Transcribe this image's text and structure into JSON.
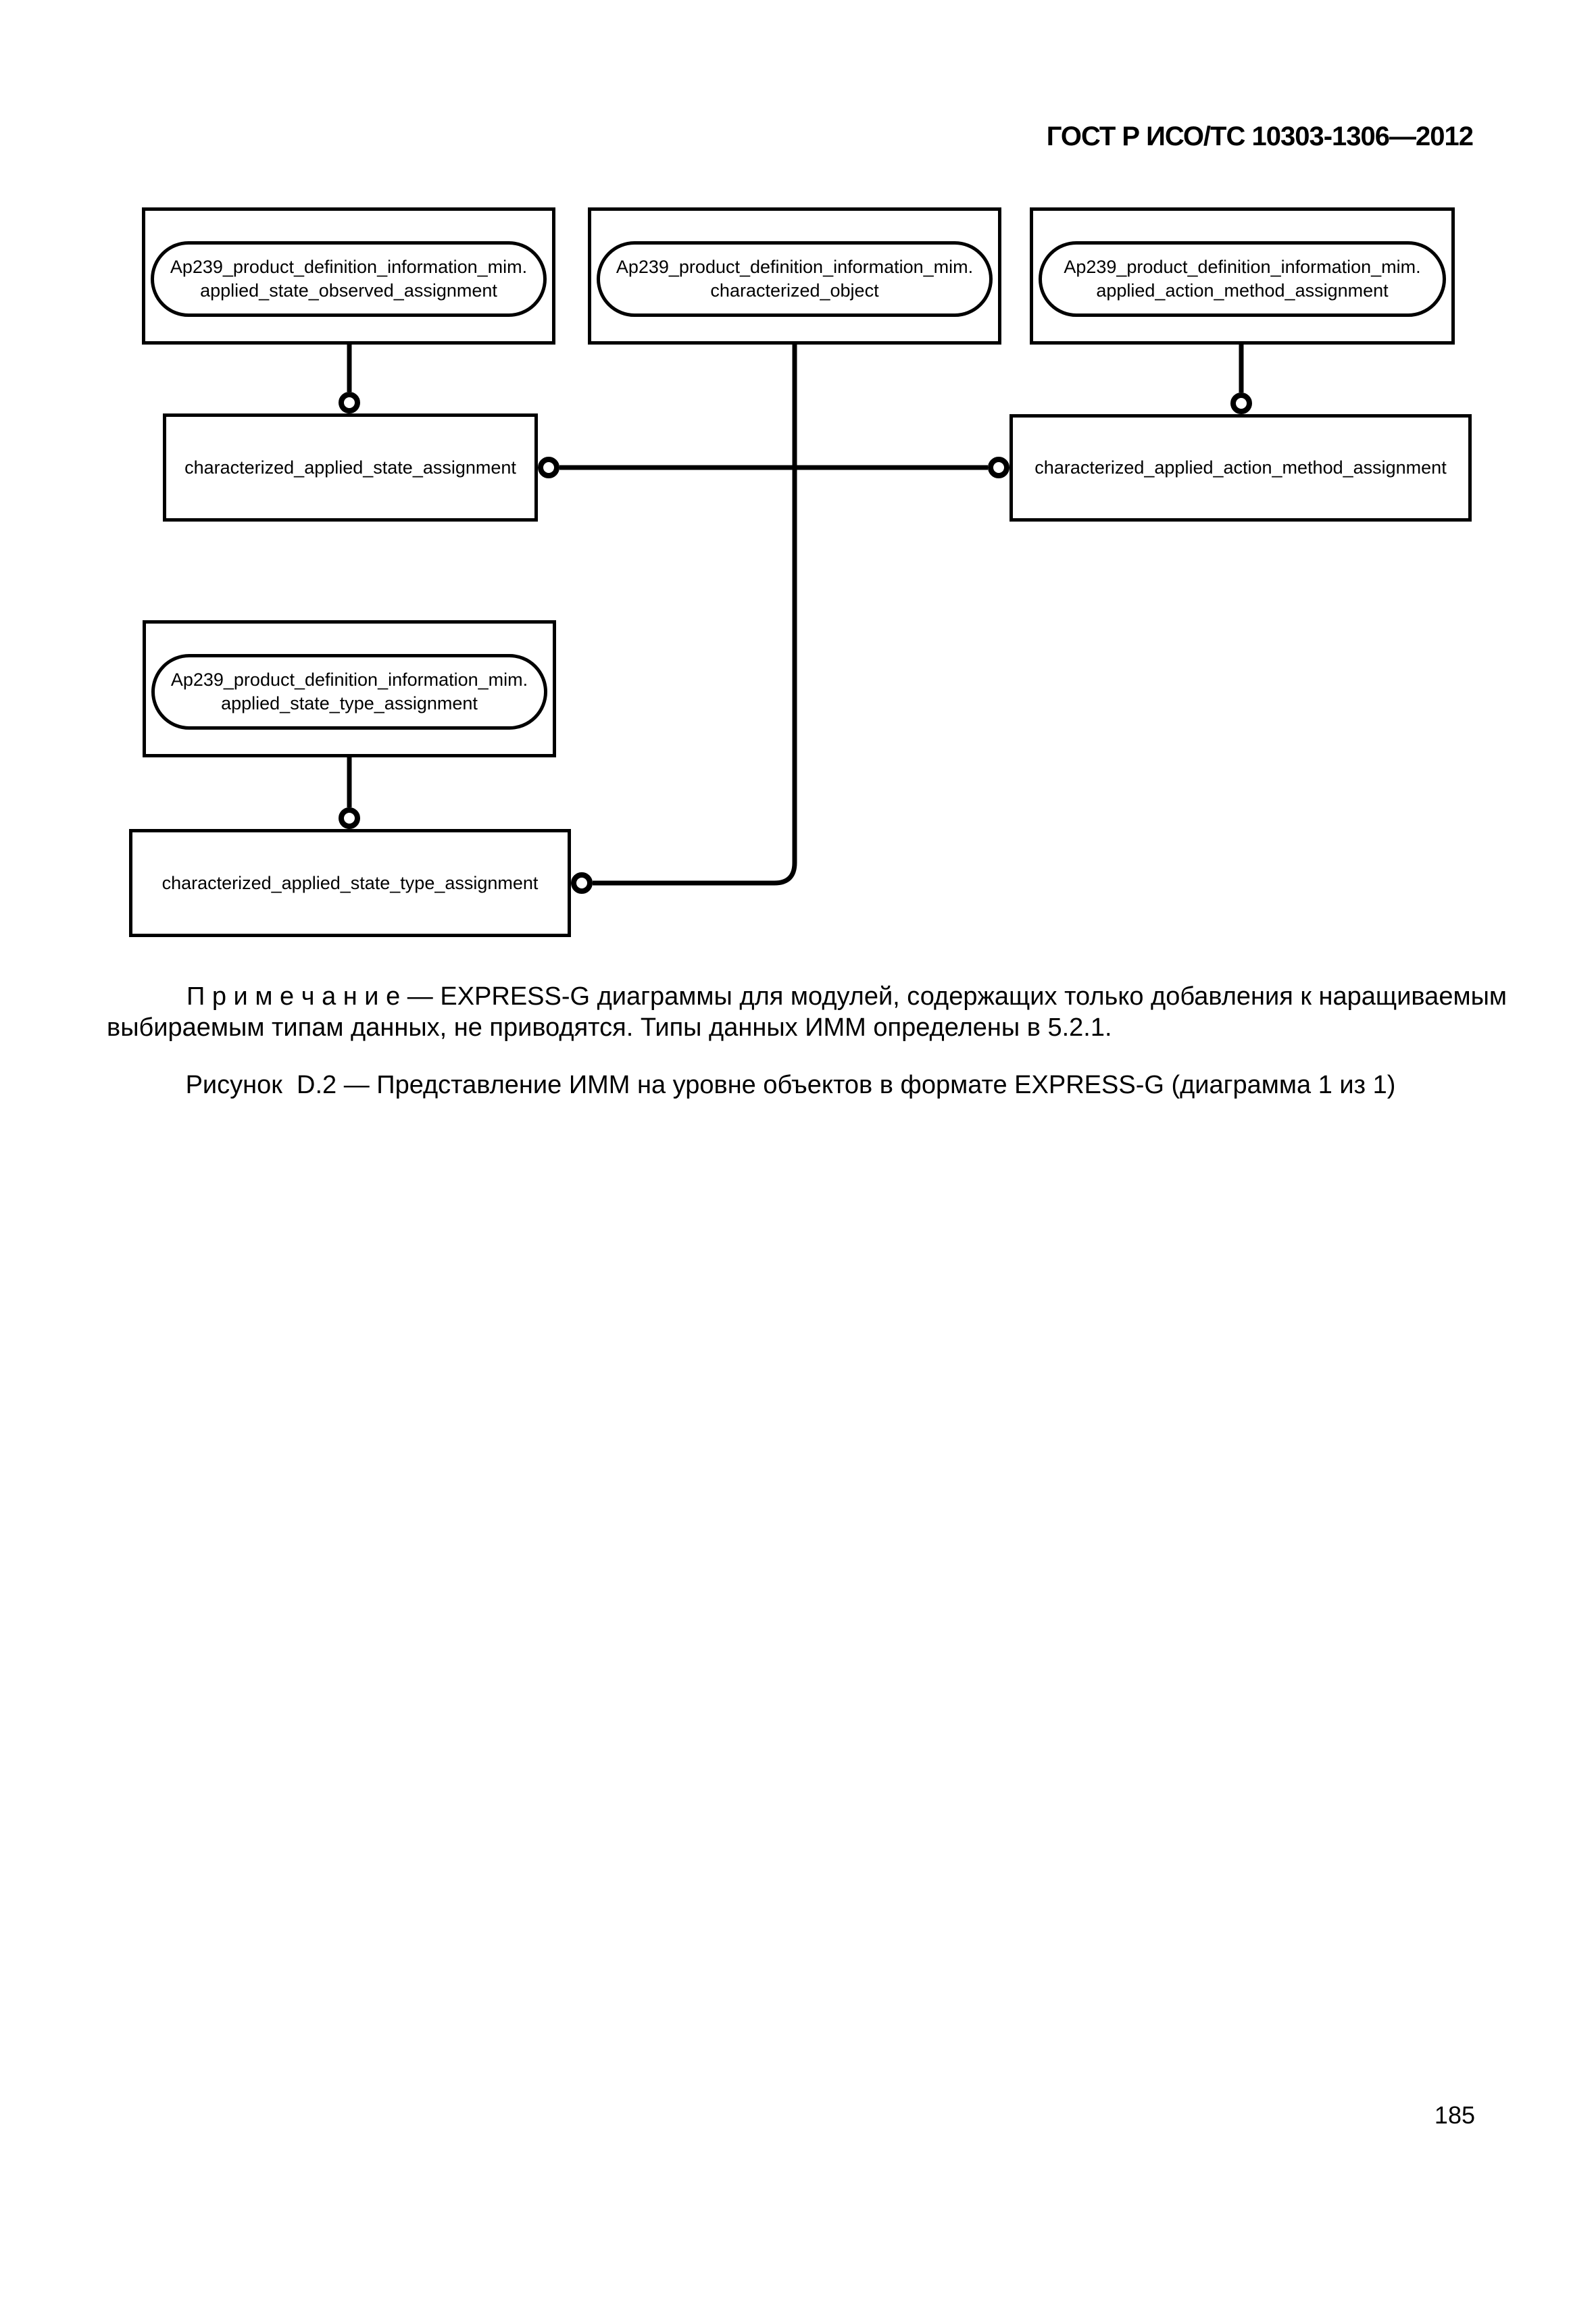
{
  "page": {
    "header_title": "ГОСТ Р ИСО/ТС 10303-1306—2012",
    "page_number": "185"
  },
  "colors": {
    "ink": "#000000",
    "paper": "#ffffff"
  },
  "diagram": {
    "top_nodes": [
      {
        "line1": "Ap239_product_definition_information_mim.",
        "line2": "applied_state_observed_assignment"
      },
      {
        "line1": "Ap239_product_definition_information_mim.",
        "line2": "characterized_object"
      },
      {
        "line1": "Ap239_product_definition_information_mim.",
        "line2": "applied_action_method_assignment"
      }
    ],
    "mid_nodes": [
      {
        "label": "characterized_applied_state_assignment"
      },
      {
        "label": "characterized_applied_action_method_assignment"
      }
    ],
    "lower_node": {
      "line1": "Ap239_product_definition_information_mim.",
      "line2": "applied_state_type_assignment"
    },
    "bottom_node": {
      "label": "characterized_applied_state_type_assignment"
    }
  },
  "note": {
    "lines": [
      "П р и м е ч а н и е — EXPRESS-G диаграммы для модулей, содержащих только добавления к наращиваемым",
      "выбираемым типам данных, не приводятся. Типы данных ИММ определены в 5.2.1."
    ]
  },
  "caption": "Рисунок  D.2 — Представление ИММ на уровне объектов в формате EXPRESS-G (диаграмма 1 из 1)"
}
